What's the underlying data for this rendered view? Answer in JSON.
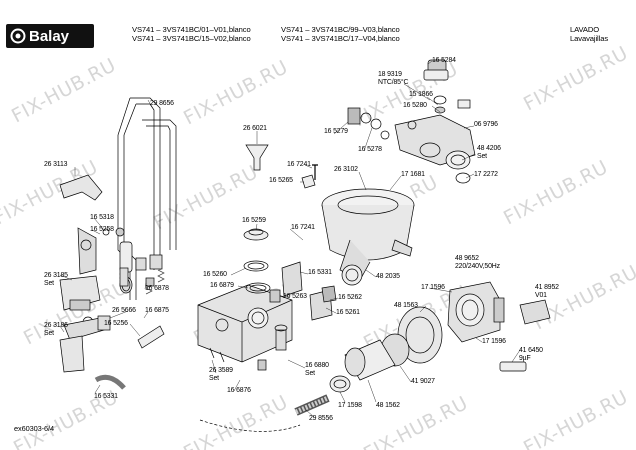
{
  "brand": "Balay",
  "header": {
    "models_left": [
      "VS741 – 3VS741BC/01–V01,blanco",
      "VS741 – 3VS741BC/15–V02,blanco"
    ],
    "models_right": [
      "VS741 – 3VS741BC/99–V03,blanco",
      "VS741 – 3VS741BC/17–V04,blanco"
    ],
    "category": [
      "LAVADO",
      "Lavavajillas"
    ]
  },
  "footer_code": "ex60303-6/4",
  "watermark": "FIX-HUB.RU",
  "parts": [
    {
      "id": "29-8656",
      "text": "29 8656"
    },
    {
      "id": "26-3113",
      "text": "26 3113"
    },
    {
      "id": "26-6021",
      "text": "26 6021"
    },
    {
      "id": "16-5279",
      "text": "16 5279"
    },
    {
      "id": "16-5278",
      "text": "16 5278"
    },
    {
      "id": "16-5284",
      "text": "16 5284"
    },
    {
      "id": "18-9319",
      "text": "18 9319\nNTC/85°C"
    },
    {
      "id": "15-1866",
      "text": "15 1866"
    },
    {
      "id": "16-5280",
      "text": "16 5280"
    },
    {
      "id": "06-9796",
      "text": "06 9796"
    },
    {
      "id": "48-4206",
      "text": "48 4206\nSet"
    },
    {
      "id": "17-2272",
      "text": "17 2272"
    },
    {
      "id": "16-7241-a",
      "text": "16 7241"
    },
    {
      "id": "26-3102",
      "text": "26 3102"
    },
    {
      "id": "16-5265",
      "text": "16 5265"
    },
    {
      "id": "17-1681",
      "text": "17 1681"
    },
    {
      "id": "16-5318",
      "text": "16 5318"
    },
    {
      "id": "16-5258",
      "text": "16 5258"
    },
    {
      "id": "16-5259",
      "text": "16 5259"
    },
    {
      "id": "16-7241-b",
      "text": "16 7241"
    },
    {
      "id": "26-3185",
      "text": "26 3185\nSet"
    },
    {
      "id": "16-5260",
      "text": "16 5260"
    },
    {
      "id": "16-6879",
      "text": "16 6879"
    },
    {
      "id": "16-5331-a",
      "text": "16 5331"
    },
    {
      "id": "48-2035",
      "text": "48 2035"
    },
    {
      "id": "48-9652",
      "text": "48 9652\n220/240V,50Hz"
    },
    {
      "id": "16-6878",
      "text": "16 6878"
    },
    {
      "id": "16-5263",
      "text": "16 5263"
    },
    {
      "id": "16-5262",
      "text": "16 5262"
    },
    {
      "id": "17-1596-a",
      "text": "17 1596"
    },
    {
      "id": "41-8952",
      "text": "41 8952\nV01"
    },
    {
      "id": "26-5666",
      "text": "26 5666"
    },
    {
      "id": "16-6875",
      "text": "16 6875"
    },
    {
      "id": "16-5261",
      "text": "16 5261"
    },
    {
      "id": "48-1563",
      "text": "48 1563"
    },
    {
      "id": "26-3186",
      "text": "26 3186\nSet"
    },
    {
      "id": "16-5256",
      "text": "16 5256"
    },
    {
      "id": "17-1596-b",
      "text": "17 1596"
    },
    {
      "id": "41-6450",
      "text": "41 6450\n9µF"
    },
    {
      "id": "26-3589",
      "text": "26 3589\nSet"
    },
    {
      "id": "16-6880",
      "text": "16 6880\nSet"
    },
    {
      "id": "41-9027",
      "text": "41 9027"
    },
    {
      "id": "16-5331-b",
      "text": "16 5331"
    },
    {
      "id": "16-6876",
      "text": "16 6876"
    },
    {
      "id": "17-1598",
      "text": "17 1598"
    },
    {
      "id": "48-1562",
      "text": "48 1562"
    },
    {
      "id": "29-8556",
      "text": "29 8556"
    }
  ]
}
